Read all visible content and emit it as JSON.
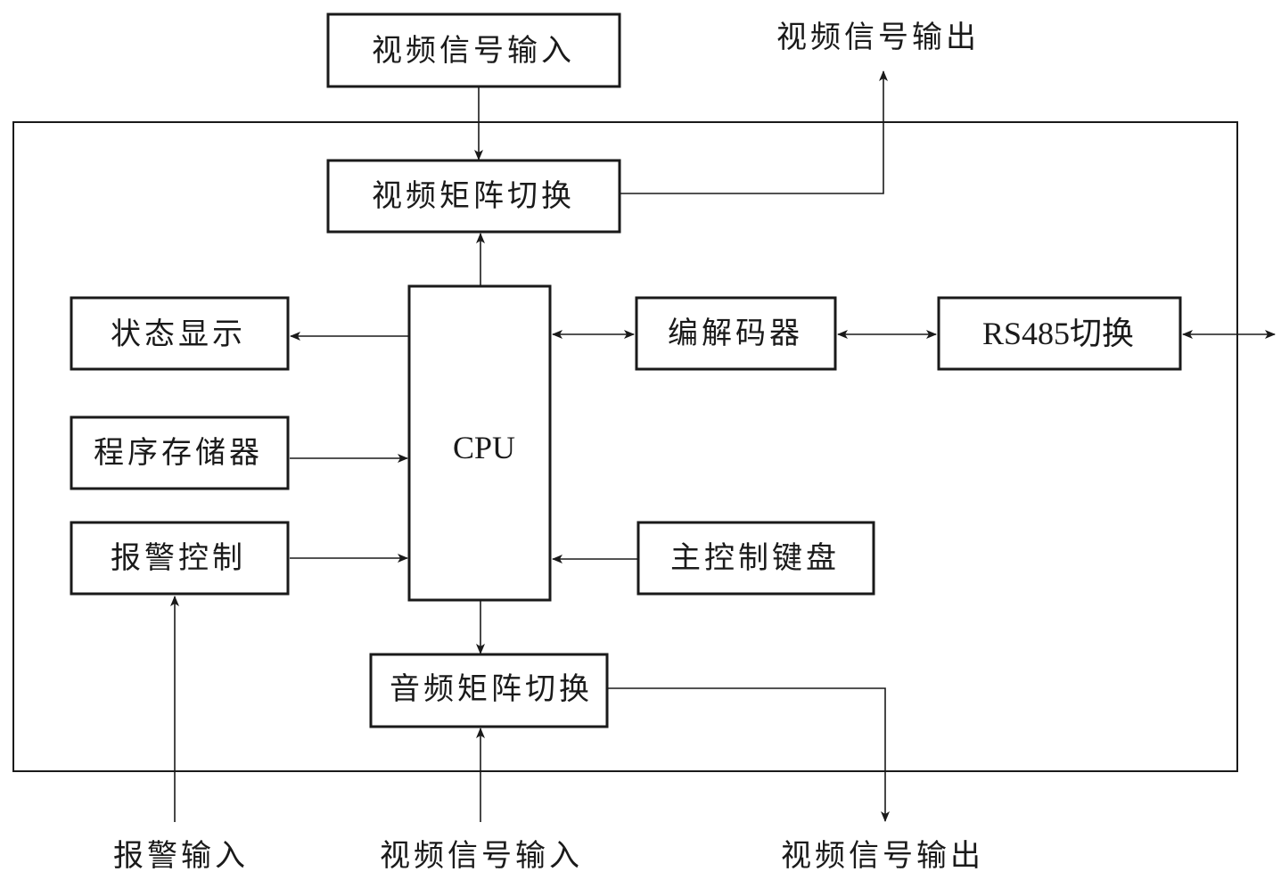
{
  "blocks": {
    "video_input_top": "视频信号输入",
    "video_matrix": "视频矩阵切换",
    "status_display": "状态显示",
    "cpu": "CPU",
    "codec": "编解码器",
    "rs485": "RS485切换",
    "program_memory": "程序存储器",
    "alarm_control": "报警控制",
    "main_keyboard": "主控制键盘",
    "audio_matrix": "音频矩阵切换"
  },
  "external_labels": {
    "video_output_top": "视频信号输出",
    "alarm_input": "报警输入",
    "video_input_bottom": "视频信号输入",
    "video_output_bottom": "视频信号输出"
  }
}
